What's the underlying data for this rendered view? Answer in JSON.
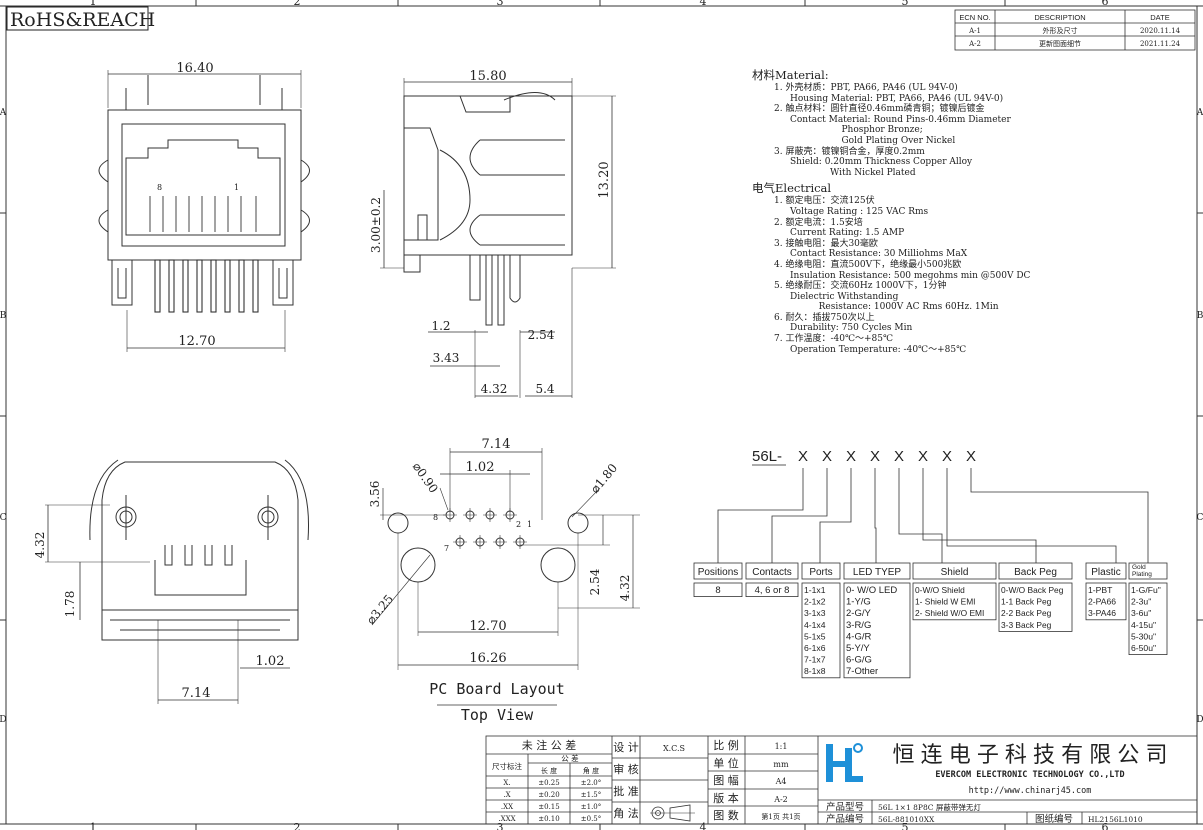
{
  "compliance_label": "RoHS&REACH",
  "grid": {
    "columns": [
      "1",
      "2",
      "3",
      "4",
      "5",
      "6"
    ],
    "rows": [
      "A",
      "B",
      "C",
      "D"
    ]
  },
  "revision_table": {
    "headers": [
      "ECN NO.",
      "DESCRIPTION",
      "DATE"
    ],
    "rows": [
      [
        "A-1",
        "外形及尺寸",
        "2020.11.14"
      ],
      [
        "A-2",
        "更新图面细节",
        "2021.11.24"
      ]
    ]
  },
  "dimensions": {
    "front_width": "16.40",
    "front_pin_span": "12.70",
    "side_length": "15.80",
    "side_height": "13.20",
    "side_standoff": "3.00±0.2",
    "side_pin_1": "1.2",
    "side_pin_2": "2.54",
    "side_pin_3": "3.43",
    "side_pin_4": "4.32",
    "side_pin_5": "5.4",
    "rear_left_1": "4.32",
    "rear_left_2": "1.78",
    "rear_1": "1.02",
    "rear_2": "7.14",
    "pcb_top_span": "7.14",
    "pcb_pitch": "1.02",
    "pcb_row_offset": "3.56",
    "pcb_hole_small": "⌀0.90",
    "pcb_hole_mid": "⌀1.80",
    "pcb_hole_big": "⌀3.25",
    "pcb_row_gap": "2.54",
    "pcb_height": "4.32",
    "pcb_span_inner": "12.70",
    "pcb_span_outer": "16.26",
    "pin_8": "8",
    "pin_1": "1",
    "pin_7": "7",
    "pin_2": "2"
  },
  "pcb_caption": {
    "line1": "PC Board Layout",
    "line2": "Top View"
  },
  "specs": {
    "material_header": "材料Material:",
    "material_lines": [
      [
        "i",
        "1. 外壳材质：PBT, PA66, PA46 (UL 94V-0)"
      ],
      [
        "t",
        "Housing Material: PBT, PA66, PA46 (UL 94V-0)"
      ],
      [
        "i",
        "2. 触点材料：圆针直径0.46mm磷青铜；镀镍后镀金"
      ],
      [
        "t",
        "Contact Material: Round Pins-0.46mm Diameter"
      ],
      [
        "t",
        "                  Phosphor Bronze;"
      ],
      [
        "t",
        "                  Gold Plating Over Nickel"
      ],
      [
        "i",
        "3. 屏蔽壳：镀镍铜合金，厚度0.2mm"
      ],
      [
        "t",
        "Shield: 0.20mm Thickness Copper Alloy"
      ],
      [
        "t",
        "              With Nickel Plated"
      ]
    ],
    "electrical_header": "电气Electrical",
    "electrical_lines": [
      [
        "i",
        "1. 额定电压：交流125伏"
      ],
      [
        "t",
        "Voltage Rating : 125 VAC Rms"
      ],
      [
        "i",
        "2. 额定电流：1.5安培"
      ],
      [
        "t",
        "Current Rating: 1.5 AMP"
      ],
      [
        "i",
        "3. 接触电阻：最大30毫欧"
      ],
      [
        "t",
        "Contact Resistance: 30 Milliohms MaX"
      ],
      [
        "i",
        "4. 绝缘电阻：直流500V下，绝缘最小500兆欧"
      ],
      [
        "t",
        "Insulation Resistance: 500 megohms min @500V DC"
      ],
      [
        "i",
        "5. 绝缘耐压：交流60Hz 1000V下，1分钟"
      ],
      [
        "t",
        "Dielectric Withstanding"
      ],
      [
        "t",
        "          Resistance: 1000V AC Rms 60Hz. 1Min"
      ],
      [
        "i",
        "6. 耐久：插拔750次以上"
      ],
      [
        "t",
        "Durability: 750 Cycles Min"
      ],
      [
        "i",
        "7. 工作温度：-40℃～+85℃"
      ],
      [
        "t",
        "Operation Temperature: -40℃～+85℃"
      ]
    ]
  },
  "part_code": {
    "prefix": "56L-",
    "placeholders": [
      "X",
      "X",
      "X",
      "X",
      "X",
      "X",
      "X",
      "X"
    ],
    "boxes": [
      {
        "title": "Positions",
        "options": [
          "8"
        ]
      },
      {
        "title": "Contacts",
        "options": [
          "4, 6 or 8"
        ]
      },
      {
        "title": "Ports",
        "options": [
          "1-1x1",
          "2-1x2",
          "3-1x3",
          "4-1x4",
          "5-1x5",
          "6-1x6",
          "7-1x7",
          "8-1x8"
        ]
      },
      {
        "title": "LED TYEP",
        "options": [
          "0- W/O LED",
          "1-Y/G",
          "2-G/Y",
          "3-R/G",
          "4-G/R",
          "5-Y/Y",
          "6-G/G",
          "7-Other"
        ]
      },
      {
        "title": "Shield",
        "options": [
          "0-W/O Shield",
          "1- Shield W EMI",
          "2- Shield W/O EMI"
        ]
      },
      {
        "title": "Back Peg",
        "options": [
          "0-W/O  Back Peg",
          "1-1 Back Peg",
          "2-2 Back Peg",
          "3-3 Back Peg"
        ]
      },
      {
        "title": "Plastic",
        "options": [
          "1-PBT",
          "2-PA66",
          "3-PA46"
        ]
      },
      {
        "title": "Gold Plating",
        "options": [
          "1-G/Fu\"",
          "2-3u\"",
          "3-6u\"",
          "4-15u\"",
          "5-30u\"",
          "6-50u\""
        ]
      }
    ]
  },
  "tolerance": {
    "title": "未 注 公 差",
    "label": "尺寸标注",
    "sub_header": "公    差",
    "col_len": "长  度",
    "col_ang": "角  度",
    "rows": [
      [
        "X.",
        "±0.25",
        "±2.0°"
      ],
      [
        ".X",
        "±0.20",
        "±1.5°"
      ],
      [
        ".XX",
        "±0.15",
        "±1.0°"
      ],
      [
        ".XXX",
        "±0.10",
        "±0.5°"
      ]
    ]
  },
  "sign": {
    "design_label": "设  计",
    "design_value": "X.C.S",
    "review_label": "审  核",
    "approve_label": "批  准",
    "angle_label": "角  法"
  },
  "info": {
    "scale_label": "比  例",
    "scale_value": "1:1",
    "unit_label": "单  位",
    "unit_value": "mm",
    "size_label": "图  幅",
    "size_value": "A4",
    "version_label": "版  本",
    "version_value": "A-2",
    "sheets_label": "图  数",
    "sheets_value": "第1页 共1页"
  },
  "company": {
    "name_cn": "恒 连 电 子 科 技 有 限 公 司",
    "name_en": "EVERCOM ELECTRONIC TECHNOLOGY CO.,LTD",
    "url": "http://www.chinarj45.com",
    "model_label": "产品型号",
    "model_value": "56L 1×1 8P8C 屏蔽带弹无灯",
    "code_label": "产品编号",
    "code_value": "56L-881010XX",
    "drawing_label": "图纸编号",
    "drawing_value": "HL2156L1010",
    "logo_color": "#1e90d8"
  }
}
